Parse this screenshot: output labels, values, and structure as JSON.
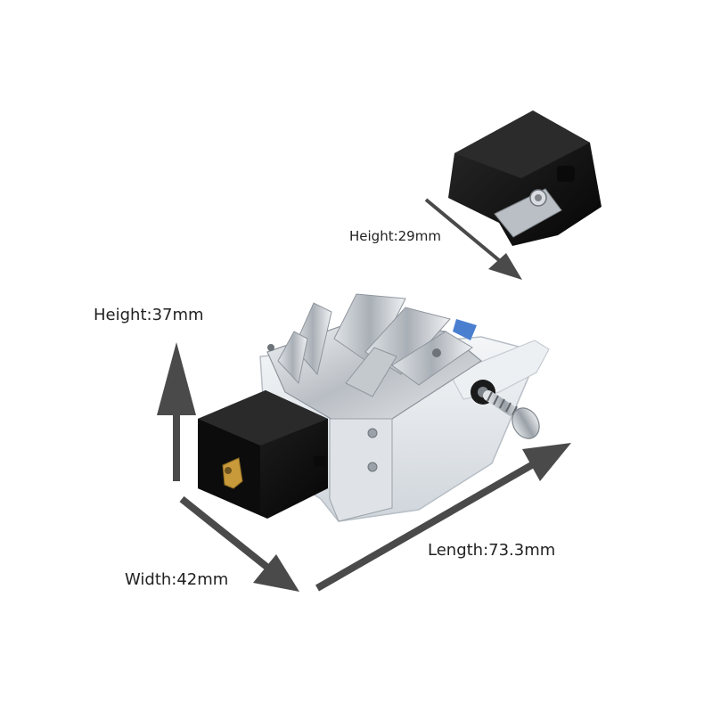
{
  "labels": {
    "sock_height": "Height:29mm",
    "height": "Height:37mm",
    "length": "Length:73.3mm",
    "width": "Width:42mm"
  },
  "colors": {
    "arrow": "#4a4a4a",
    "silicone_sock": "#111111",
    "aluminum": "#c9cdd2",
    "acrylic": "#e4e8ec",
    "brass": "#c99a3a",
    "spring": "#8a8a8a"
  }
}
